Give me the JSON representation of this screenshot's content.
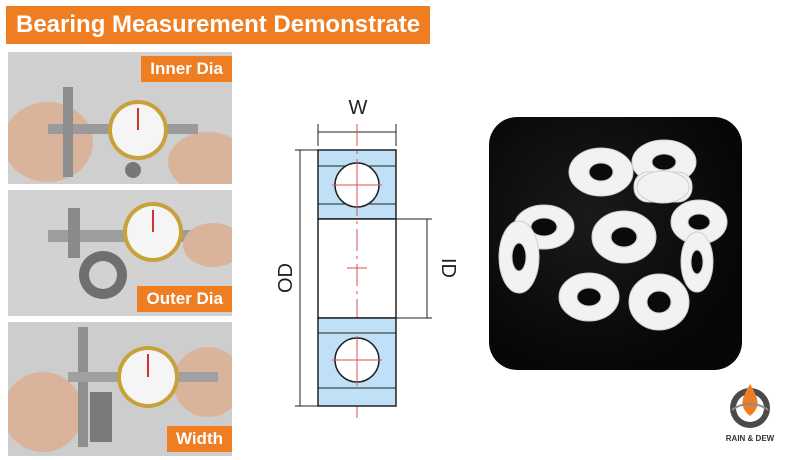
{
  "title": "Bearing Measurement Demonstrate",
  "photos": [
    {
      "label": "Inner Dia"
    },
    {
      "label": "Outer Dia"
    },
    {
      "label": "Width"
    }
  ],
  "diagram": {
    "width_label": "W",
    "od_label": "OD",
    "id_label": "ID"
  },
  "logo": {
    "name": "RAIN & DEW"
  },
  "colors": {
    "accent": "#ef7d22",
    "ring_fill": "#bfe0f6",
    "centerline": "#d9534f"
  }
}
